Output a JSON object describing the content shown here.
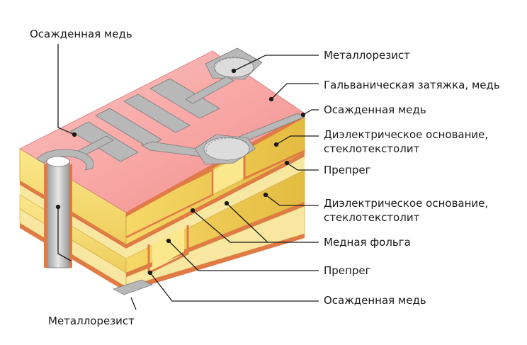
{
  "diagram": {
    "labels": {
      "deposited_copper_top": "Осажденная медь",
      "metalloresist_right": "Металлорезист",
      "galvanic_copper": "Гальваническая затяжка, медь",
      "deposited_copper_right": "Осажденная медь",
      "dielectric_1_line1": "Диэлектрическое основание,",
      "dielectric_1_line2": "стеклотекстолит",
      "prepreg_1": "Препрег",
      "dielectric_2_line1": "Диэлектрическое основание,",
      "dielectric_2_line2": "стеклотекстолит",
      "copper_foil": "Медная фольга",
      "prepreg_2": "Препрег",
      "deposited_copper_bottom": "Осажденная медь",
      "metalloresist_bottom": "Металлорезист"
    },
    "colors": {
      "top_surface": "#f59a98",
      "top_surface_light": "#fbc3c1",
      "dielectric_front": "#f2d56a",
      "dielectric_front_light": "#fbe88c",
      "dielectric_side": "#e9c24a",
      "prepreg": "#f8e7a0",
      "copper": "#e07b45",
      "metalloresist": "#b8b8b8",
      "metalloresist_light": "#e2e2e2",
      "leader": "#1a1a1a"
    }
  }
}
